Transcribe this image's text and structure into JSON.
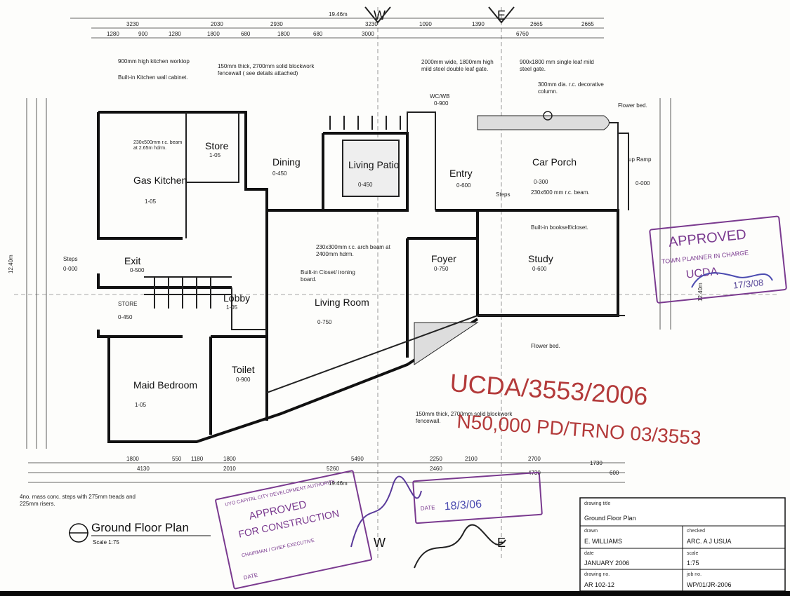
{
  "top_overall_dim": "19.46m",
  "bottom_overall_dim": "19.46m",
  "left_overall_dim": "12.40m",
  "right_overall_dim": "12.40m",
  "section_marks": [
    "W",
    "E",
    "W",
    "E"
  ],
  "top_dims_row1": [
    "3230",
    "2030",
    "2930",
    "3230",
    "1090",
    "1390",
    "2665",
    "2665"
  ],
  "top_dims_row2": [
    "1280",
    "900",
    "1280",
    "1800",
    "680",
    "1800",
    "680",
    "3000",
    "6760"
  ],
  "bottom_dims_row1": [
    "1800",
    "550",
    "1180",
    "1800",
    "5490",
    "2250",
    "2100",
    "2700",
    "1730"
  ],
  "bottom_dims_row2": [
    "4130",
    "2010",
    "5260",
    "2460",
    "4730",
    "600"
  ],
  "rooms": [
    {
      "name": "Store",
      "ref": "1-05"
    },
    {
      "name": "Dining",
      "ref": "0-450"
    },
    {
      "name": "Living Patio",
      "ref": "0-450"
    },
    {
      "name": "Gas Kitchen",
      "ref": "1-05"
    },
    {
      "name": "Entry",
      "ref": "0-600"
    },
    {
      "name": "Car Porch",
      "ref": "0-300"
    },
    {
      "name": "Exit",
      "ref": "0-500"
    },
    {
      "name": "Foyer",
      "ref": "0-750"
    },
    {
      "name": "Study",
      "ref": "0-600"
    },
    {
      "name": "Lobby",
      "ref": "1-05"
    },
    {
      "name": "Living Room",
      "ref": "0-750"
    },
    {
      "name": "STORE",
      "ref": "0-450"
    },
    {
      "name": "Toilet",
      "ref": "0-900"
    },
    {
      "name": "Maid Bedroom",
      "ref": "1-05"
    },
    {
      "name": "WC/WB",
      "ref": "0-900"
    },
    {
      "name": "Steps",
      "ref": "0-000"
    }
  ],
  "notes": {
    "worktop": "900mm high kitchen worktop",
    "wall_cabinet": "Built-in Kitchen wall cabinet.",
    "fencewall_top": "150mm thick, 2700mm solid blockwork fencewall ( see details attached)",
    "gate_double": "2000mm wide, 1800mm high mild steel double leaf gate.",
    "gate_single": "900x1800 mm single leaf mild steel gate.",
    "column": "300mm dia. r.c. decorative column.",
    "flower_bed_top": "Flower bed.",
    "ramp": "up Ramp",
    "ramp_level": "0-000",
    "kitchen_beam": "230x500mm r.c. beam at 2.65m hdrm.",
    "porch_beam": "230x600 mm r.c. beam.",
    "steps_entry": "Steps",
    "bookshelf": "Built-in bookself/closet.",
    "arch_beam": "230x300mm r.c. arch beam at 2400mm hdrm.",
    "closet": "Built-in Closet/ ironing board.",
    "flower_bed_mid": "Flower bed.",
    "fencewall_bottom": "150mm thick, 2700mm solid blockwork fencewall.",
    "mass_steps": "4no. mass conc. steps with 275mm treads and 225mm risers."
  },
  "title_block": {
    "heading": "Ground Floor Plan",
    "scale": "Scale 1:75",
    "drawing_title_label": "drawing title",
    "drawing_title": "Ground Floor Plan",
    "drawn_label": "drawn",
    "drawn": "E. WILLIAMS",
    "checked_label": "checked",
    "checked": "ARC. A J USUA",
    "date_label": "date",
    "date": "JANUARY 2006",
    "scale_label": "scale",
    "scale_val": "1:75",
    "drawing_no_label": "drawing no.",
    "drawing_no": "AR 102-12",
    "job_no_label": "job no.",
    "job_no": "WP/01/JR-2006"
  },
  "stamps": {
    "approved_top": "APPROVED",
    "town_planner": "TOWN PLANNER IN CHARGE",
    "agency": "UCDA",
    "date_top": "17/3/08",
    "approved_bottom": "APPROVED",
    "for_construction": "FOR CONSTRUCTION",
    "chairman": "CHAIRMAN / CHIEF EXECUTIVE",
    "date_label": "DATE",
    "date_bottom": "18/3/06",
    "city_dev": "UYO CAPITAL CITY DEVELOPMENT AUTHORITY"
  },
  "handwriting": {
    "line1": "UCDA/3553/2006",
    "line2": "N50,000 PD/TRNO 03/3553"
  },
  "colors": {
    "ink": "#111111",
    "stamp_blue": "#4b4bb0",
    "stamp_purple": "#7a3a8f",
    "handwriting_red": "#b33a3a"
  }
}
